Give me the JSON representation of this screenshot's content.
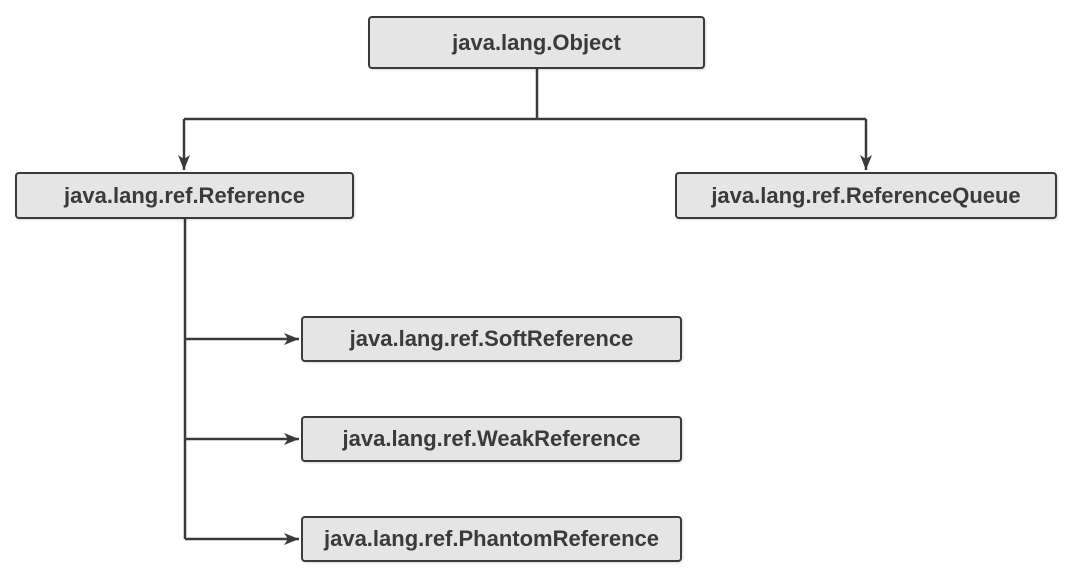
{
  "diagram": {
    "nodes": {
      "object": "java.lang.Object",
      "reference": "java.lang.ref.Reference",
      "reference_queue": "java.lang.ref.ReferenceQueue",
      "soft_reference": "java.lang.ref.SoftReference",
      "weak_reference": "java.lang.ref.WeakReference",
      "phantom_reference": "java.lang.ref.PhantomReference"
    },
    "edges": [
      {
        "from": "java.lang.Object",
        "to": "java.lang.ref.Reference"
      },
      {
        "from": "java.lang.Object",
        "to": "java.lang.ref.ReferenceQueue"
      },
      {
        "from": "java.lang.ref.Reference",
        "to": "java.lang.ref.SoftReference"
      },
      {
        "from": "java.lang.ref.Reference",
        "to": "java.lang.ref.WeakReference"
      },
      {
        "from": "java.lang.ref.Reference",
        "to": "java.lang.ref.PhantomReference"
      }
    ],
    "colors": {
      "node_fill": "#e5e5e5",
      "stroke": "#3a3a3a",
      "text": "#3a3a3a",
      "background": "#ffffff"
    }
  }
}
